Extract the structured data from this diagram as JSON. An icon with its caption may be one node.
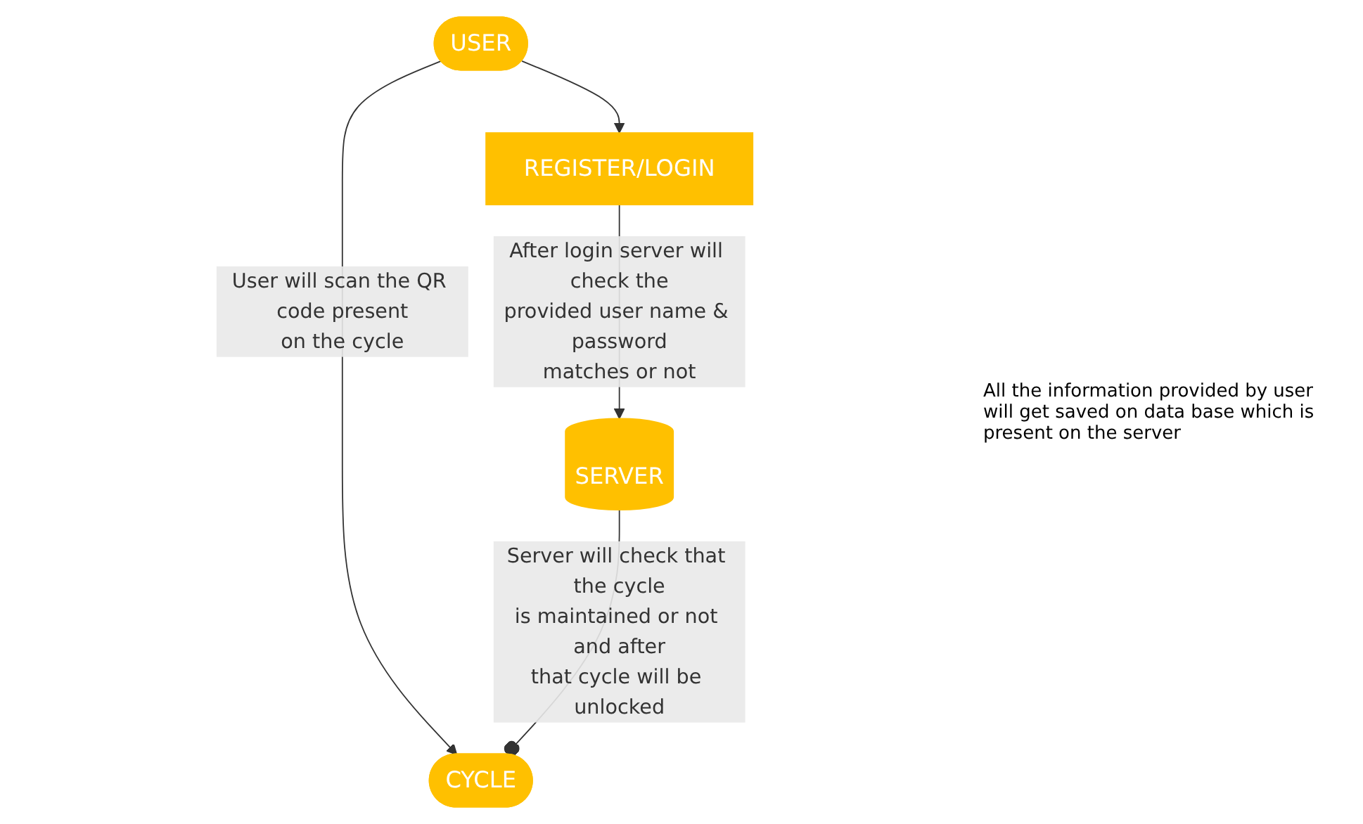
{
  "diagram": {
    "nodes": [
      {
        "text": [
          "USER"
        ]
      },
      {
        "text": [
          "REGISTER/LOGIN"
        ]
      },
      {
        "text": [
          "SERVER"
        ]
      },
      {
        "text": [
          "CYCLE"
        ]
      }
    ],
    "edges": [
      {
        "from": 0,
        "to": 1,
        "arrow": "to"
      },
      {
        "from": 1,
        "to": 2,
        "arrow": "to",
        "label": "After login server will check the provided user name & password matches or not"
      },
      {
        "from": 0,
        "to": 3,
        "arrow": "to",
        "label": "User will scan the QR code present on the cycle"
      },
      {
        "from": 2,
        "to": 3,
        "arrow": "other",
        "label": "Server will check that the cycle is maintained or not and after that cycle will be unlocked"
      }
    ],
    "labels": [
      "All the information provided by user will get saved on data base which is present on the server"
    ]
  }
}
